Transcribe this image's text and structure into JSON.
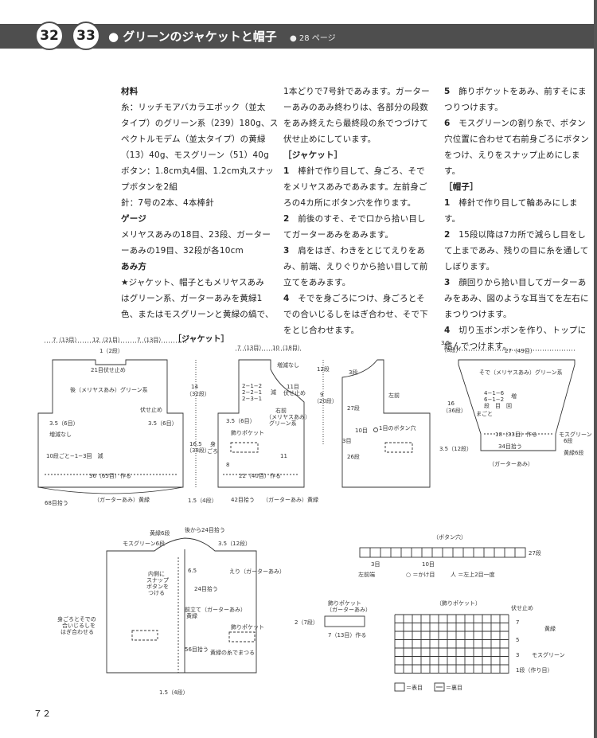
{
  "header": {
    "num1": "32",
    "num2": "33",
    "title": "● グリーンのジャケットと帽子",
    "ref": "● 28 ページ"
  },
  "col1": [
    {
      "text": "材料",
      "head": true
    },
    {
      "text": "糸：リッチモアバカラエポック（並太"
    },
    {
      "text": "タイプ）のグリーン系（239）180g、ス"
    },
    {
      "text": "ペクトルモデム（並太タイプ）の黄緑"
    },
    {
      "text": "（13）40g、モスグリーン（51）40g"
    },
    {
      "text": "ボタン：1.8cm丸4個、1.2cm丸スナッ"
    },
    {
      "text": "プボタンを2組"
    },
    {
      "text": "針：7号の2本、4本棒針"
    },
    {
      "text": "ゲージ",
      "head": true
    },
    {
      "text": "メリヤスあみの18目、23段、ガーター"
    },
    {
      "text": "ーあみの19目、32段が各10cm"
    },
    {
      "text": "あみ方",
      "head": true
    },
    {
      "text": "★ジャケット、帽子ともメリヤスあみ"
    },
    {
      "text": "はグリーン系、ガーターあみを黄緑1"
    },
    {
      "text": "色、またはモスグリーンと黄緑の縞で、"
    }
  ],
  "col2": [
    {
      "text": "1本どりで7号針であみます。ガーター"
    },
    {
      "text": "ーあみのあみ終わりは、各部分の段数"
    },
    {
      "text": "をあみ終えたら最終段の糸でつづけて"
    },
    {
      "text": "伏せ止めにしています。"
    },
    {
      "text": "［ジャケット］",
      "head": true
    },
    {
      "num": "1",
      "text": "棒針で作り目して、身ごろ、そで"
    },
    {
      "text": "をメリヤスあみであみます。左前身ご"
    },
    {
      "text": "ろの4カ所にボタン穴を作ります。"
    },
    {
      "num": "2",
      "text": "前後のすそ、そで口から拾い目し"
    },
    {
      "text": "てガーターあみをあみます。"
    },
    {
      "num": "3",
      "text": "肩をはぎ、わきをとじてえりをあ"
    },
    {
      "text": "み、前端、えりぐりから拾い目して前"
    },
    {
      "text": "立てをあみます。"
    },
    {
      "num": "4",
      "text": "そでを身ごろにつけ、身ごろとそ"
    },
    {
      "text": "での合いじるしをはぎ合わせ、そで下"
    },
    {
      "text": "をとじ合わせます。"
    }
  ],
  "col3": [
    {
      "num": "5",
      "text": "飾りポケットをあみ、前すそにま"
    },
    {
      "text": "つりつけます。"
    },
    {
      "num": "6",
      "text": "モスグリーンの割り糸で、ボタン"
    },
    {
      "text": "穴位置に合わせて右前身ごろにボタン"
    },
    {
      "text": "をつけ、えりをスナップ止めにします。"
    },
    {
      "text": "［帽子］",
      "head": true
    },
    {
      "num": "1",
      "text": "棒針で作り目して輪あみにします。"
    },
    {
      "num": "2",
      "text": "15段以降は7カ所で減らし目をし"
    },
    {
      "text": "て上まであみ、残りの目に糸を通して"
    },
    {
      "text": "しぼります。"
    },
    {
      "num": "3",
      "text": "顔回りから拾い目してガーターあ"
    },
    {
      "text": "みをあみ、図のような耳当てを左右に"
    },
    {
      "text": "まつりつけます。"
    },
    {
      "num": "4",
      "text": "切り玉ボンボンを作り、トップに"
    },
    {
      "text": "結んでつけます。"
    }
  ],
  "diagrams": {
    "jacket_title": "［ジャケット］",
    "back": {
      "top_dims": [
        "7（13目）",
        "12（21目）",
        "7（13目）"
      ],
      "neck1": "1（2段）",
      "neck2": "21目伏せ止め",
      "label": "後（メリヤスあみ）グリーン系",
      "fuse": "伏せ止め",
      "arm_left": "3.5（6目）",
      "arm_right": "3.5（6目）",
      "no_change": "増減なし",
      "dec": "10段ごと−1−3回　減",
      "bottom": "36（65目）作る",
      "pick": "68目拾う",
      "garter": "（ガーターあみ）黄緑",
      "h1": "14",
      "h1b": "（32段）",
      "h2": "16.5",
      "h2b": "（38段）",
      "mino": "身",
      "mino2": "ごろ",
      "gusset": "1.5（4段）"
    },
    "right_front": {
      "top": "7（13目）",
      "top2": "10（18目）",
      "nochange": "増減なし",
      "seq1": "2−1−2",
      "seq2": "2−2−1",
      "seq3": "2−3−1",
      "gen": "減",
      "fuse1": "11目",
      "fuse2": "伏せ止め",
      "label1": "右前",
      "label2": "（メリヤスあみ）",
      "label3": "グリーン系",
      "arm": "3.5（6目）",
      "pocket": "飾りポケット",
      "n8": "8",
      "n11": "11",
      "bottom": "22（40目）作る",
      "pick": "42目拾う",
      "garter": "（ガーターあみ）黄緑",
      "h12": "12段",
      "h9": "9",
      "h9b": "（20段）"
    },
    "left_front": {
      "s3": "3段",
      "label": "左前",
      "s27": "27段",
      "bh": "10目",
      "bh2": "1目のボタン穴",
      "s3b": "3目",
      "s26": "26段"
    },
    "hat": {
      "top1": "3.5",
      "top2": "（8段）",
      "width": "27（49目）",
      "label": "そで（メリヤスあみ）グリーン系",
      "seq1": "4−1−6",
      "seq2": "6−1−2",
      "seq3": "段　目　回",
      "inc": "増",
      "mawari": "まごと",
      "h16": "16",
      "h16b": "（36段）",
      "bottom1": "18（33目）作る",
      "bottom2": "34目拾う",
      "moss1": "モスグリーン",
      "moss2": "6段",
      "kimidori": "黄緑6段",
      "h35": "3.5（12段）",
      "garter": "（ガーターあみ）"
    },
    "assembly": {
      "kimidori6": "黄緑6段",
      "from_back": "後から24目拾う",
      "moss6": "モスグリーン6段",
      "dim35": "3.5（12段）",
      "n65": "6.5",
      "eri": "えり（ガーターあみ）",
      "snap1": "内側に",
      "snap2": "スナップ",
      "snap3": "ボタンを",
      "snap4": "つける",
      "pick24": "24目拾う",
      "maetate1": "前立て（ガーターあみ）",
      "maetate2": "黄緑",
      "pocket": "飾りポケット",
      "align1": "身ごろとそでの",
      "align2": "合いじるしを",
      "align3": "はぎ合わせる",
      "pick56": "56目拾う",
      "kimidori_matsuri": "黄緑の糸でまつる",
      "dim15": "1.5（4段）"
    },
    "buttonhole": {
      "title": "（ボタン穴）",
      "s27": "27段",
      "m3": "3目",
      "m10": "10目",
      "left_end": "左前端",
      "legend1": "○ ＝かけ目",
      "legend2": "人 ＝左上2目一度"
    },
    "pocket_small": {
      "title1": "飾りポケット",
      "title2": "（ガーターあみ）",
      "h": "2（7段）",
      "w": "7（13目）作る"
    },
    "pocket_chart": {
      "title": "（飾りポケット）",
      "fuse": "伏せ止め",
      "r7": "7",
      "r5": "5",
      "r3": "3",
      "r1": "1段（作り目）",
      "kimidori": "黄緑",
      "moss": "モスグリーン",
      "legend1": "＝表目",
      "legend2": "＝裏目"
    }
  },
  "page_number": "７２"
}
